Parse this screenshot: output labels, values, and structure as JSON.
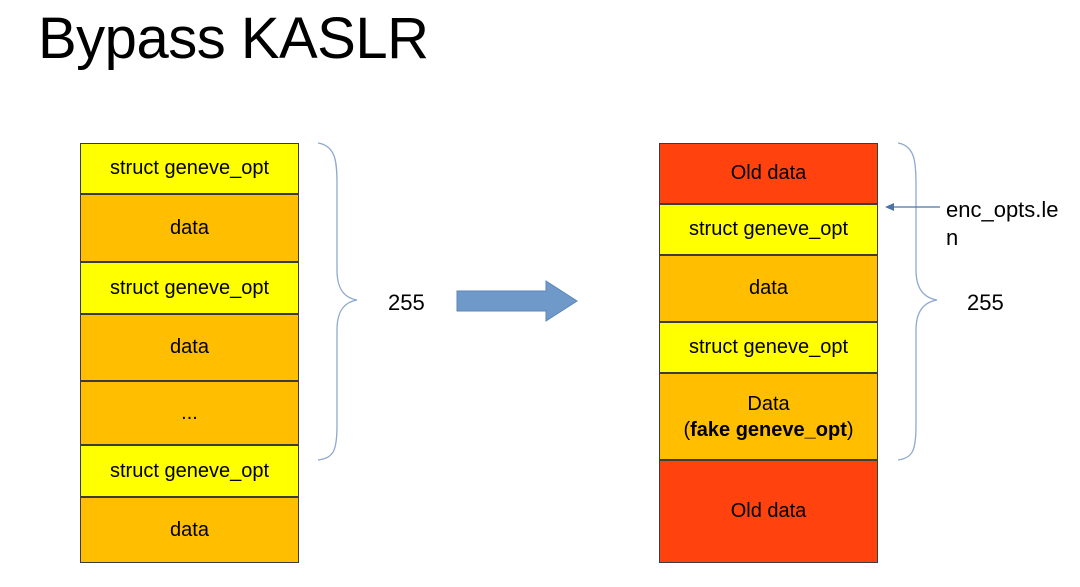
{
  "title": "Bypass KASLR",
  "left_stack": [
    "struct geneve_opt",
    "data",
    "struct geneve_opt",
    "data",
    "...",
    "struct geneve_opt",
    "data"
  ],
  "left_count": "255",
  "right_stack": {
    "old_top": "Old data",
    "opt1": "struct geneve_opt",
    "data1": "Data",
    "opt2": "struct geneve_opt",
    "data2_line1": "Data",
    "data2_open": "(",
    "data2_bold": "fake geneve_opt",
    "data2_close": ")",
    "old_bottom": "Old data"
  },
  "right_stack_data1_text": "data",
  "right_count": "255",
  "pointer_label_line1": "enc_opts.le",
  "pointer_label_line2": "n",
  "colors": {
    "struct": "#ffff00",
    "data": "#ffbf00",
    "old": "#ff420e",
    "arrow": "#6f99c8",
    "brace": "#8ea9d0"
  }
}
